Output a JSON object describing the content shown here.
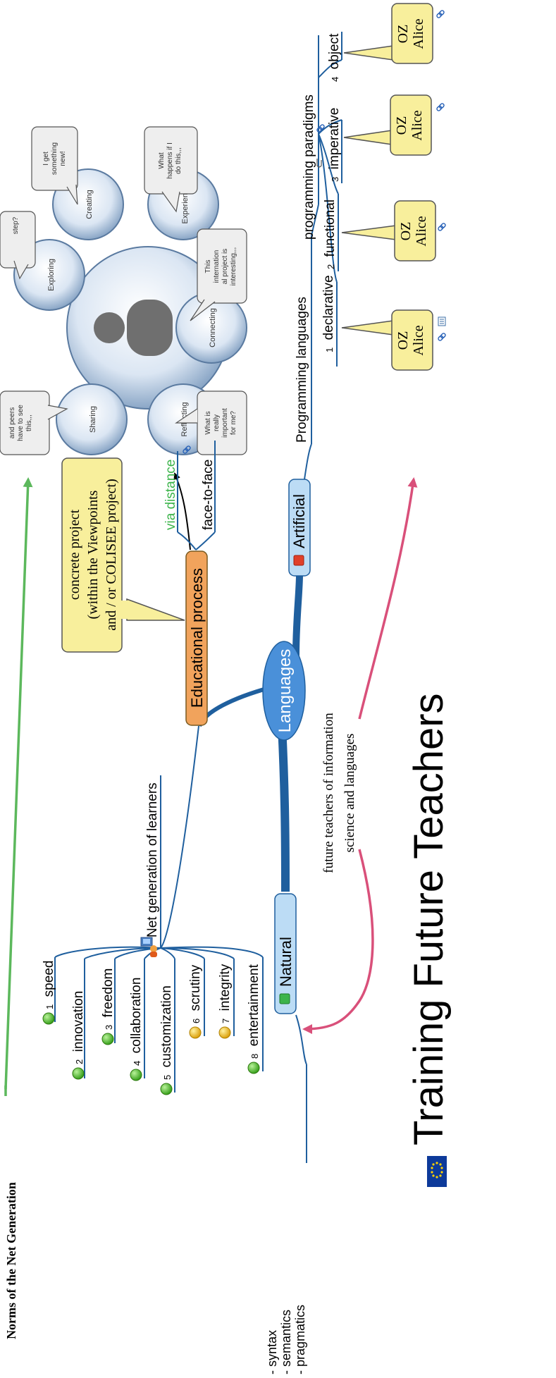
{
  "title": "Training Future Teachers",
  "norms_heading": "Norms of the Net Generation",
  "root": {
    "label": "Languages"
  },
  "natural": {
    "label": "Natural",
    "linguistics": [
      "- syntax",
      "- semantics",
      "- pragmatics"
    ]
  },
  "artificial": {
    "label": "Artificial",
    "programming_languages": "Programming languages",
    "programming_paradigms": "programming paradigms",
    "paradigms": [
      {
        "num": "1",
        "label": "declarative",
        "tool_line1": "OZ",
        "tool_line2": "Alice"
      },
      {
        "num": "2",
        "label": "functional",
        "tool_line1": "OZ",
        "tool_line2": "Alice"
      },
      {
        "num": "3",
        "label": "imperative",
        "tool_line1": "OZ",
        "tool_line2": "Alice"
      },
      {
        "num": "4",
        "label": "object",
        "tool_line1": "OZ",
        "tool_line2": "Alice"
      }
    ]
  },
  "educational": {
    "label": "Educational process",
    "via_distance": "via distance",
    "face_to_face": "face-to-face",
    "callout": [
      "concrete project",
      "(within the Viewpoints",
      "and / or COLISEE project)"
    ]
  },
  "net_generation": {
    "label": "Net generation of learners",
    "norms": [
      {
        "num": "1",
        "label": "speed",
        "status": "green"
      },
      {
        "num": "2",
        "label": "innovation",
        "status": "green"
      },
      {
        "num": "3",
        "label": "freedom",
        "status": "green"
      },
      {
        "num": "4",
        "label": "collaboration",
        "status": "green"
      },
      {
        "num": "5",
        "label": "customization",
        "status": "green"
      },
      {
        "num": "6",
        "label": "scrutiny",
        "status": "yellow"
      },
      {
        "num": "7",
        "label": "integrity",
        "status": "yellow"
      },
      {
        "num": "8",
        "label": "entertainment",
        "status": "green"
      }
    ]
  },
  "future_teachers_note": [
    "future teachers of information",
    "science and languages"
  ],
  "learning_cycle": {
    "activities": [
      "Exploring",
      "Creating",
      "Experience",
      "Connecting",
      "Reflecting",
      "Sharing"
    ],
    "bubbles": {
      "exploring": [
        "step?"
      ],
      "creating": [
        "I get",
        "something",
        "new!"
      ],
      "experience": [
        "What",
        "happens if I",
        "do this,,,"
      ],
      "connecting": [
        "This",
        "internation",
        "al project is",
        "interesting,,,"
      ],
      "reflecting": [
        "What is",
        "really",
        "important",
        "for me?"
      ],
      "sharing": [
        "and peers",
        "have to see",
        "this,,,"
      ]
    }
  },
  "colors": {
    "branch_blue": "#1f5f9e",
    "node_fill": "#bcdcf5",
    "root_fill": "#4a90d9",
    "educational_fill": "#f1a35c",
    "callout_fill": "#f8ef9c",
    "green_arrow": "#5cb85c",
    "pink_arrow": "#d9507a",
    "via_distance_green": "#3cb44b",
    "dot_green": "#4cbb2a",
    "dot_yellow": "#f1c40f"
  },
  "icons": [
    "eu-flag-icon",
    "learner-people-icon",
    "link-icon",
    "note-icon",
    "task-icon"
  ]
}
